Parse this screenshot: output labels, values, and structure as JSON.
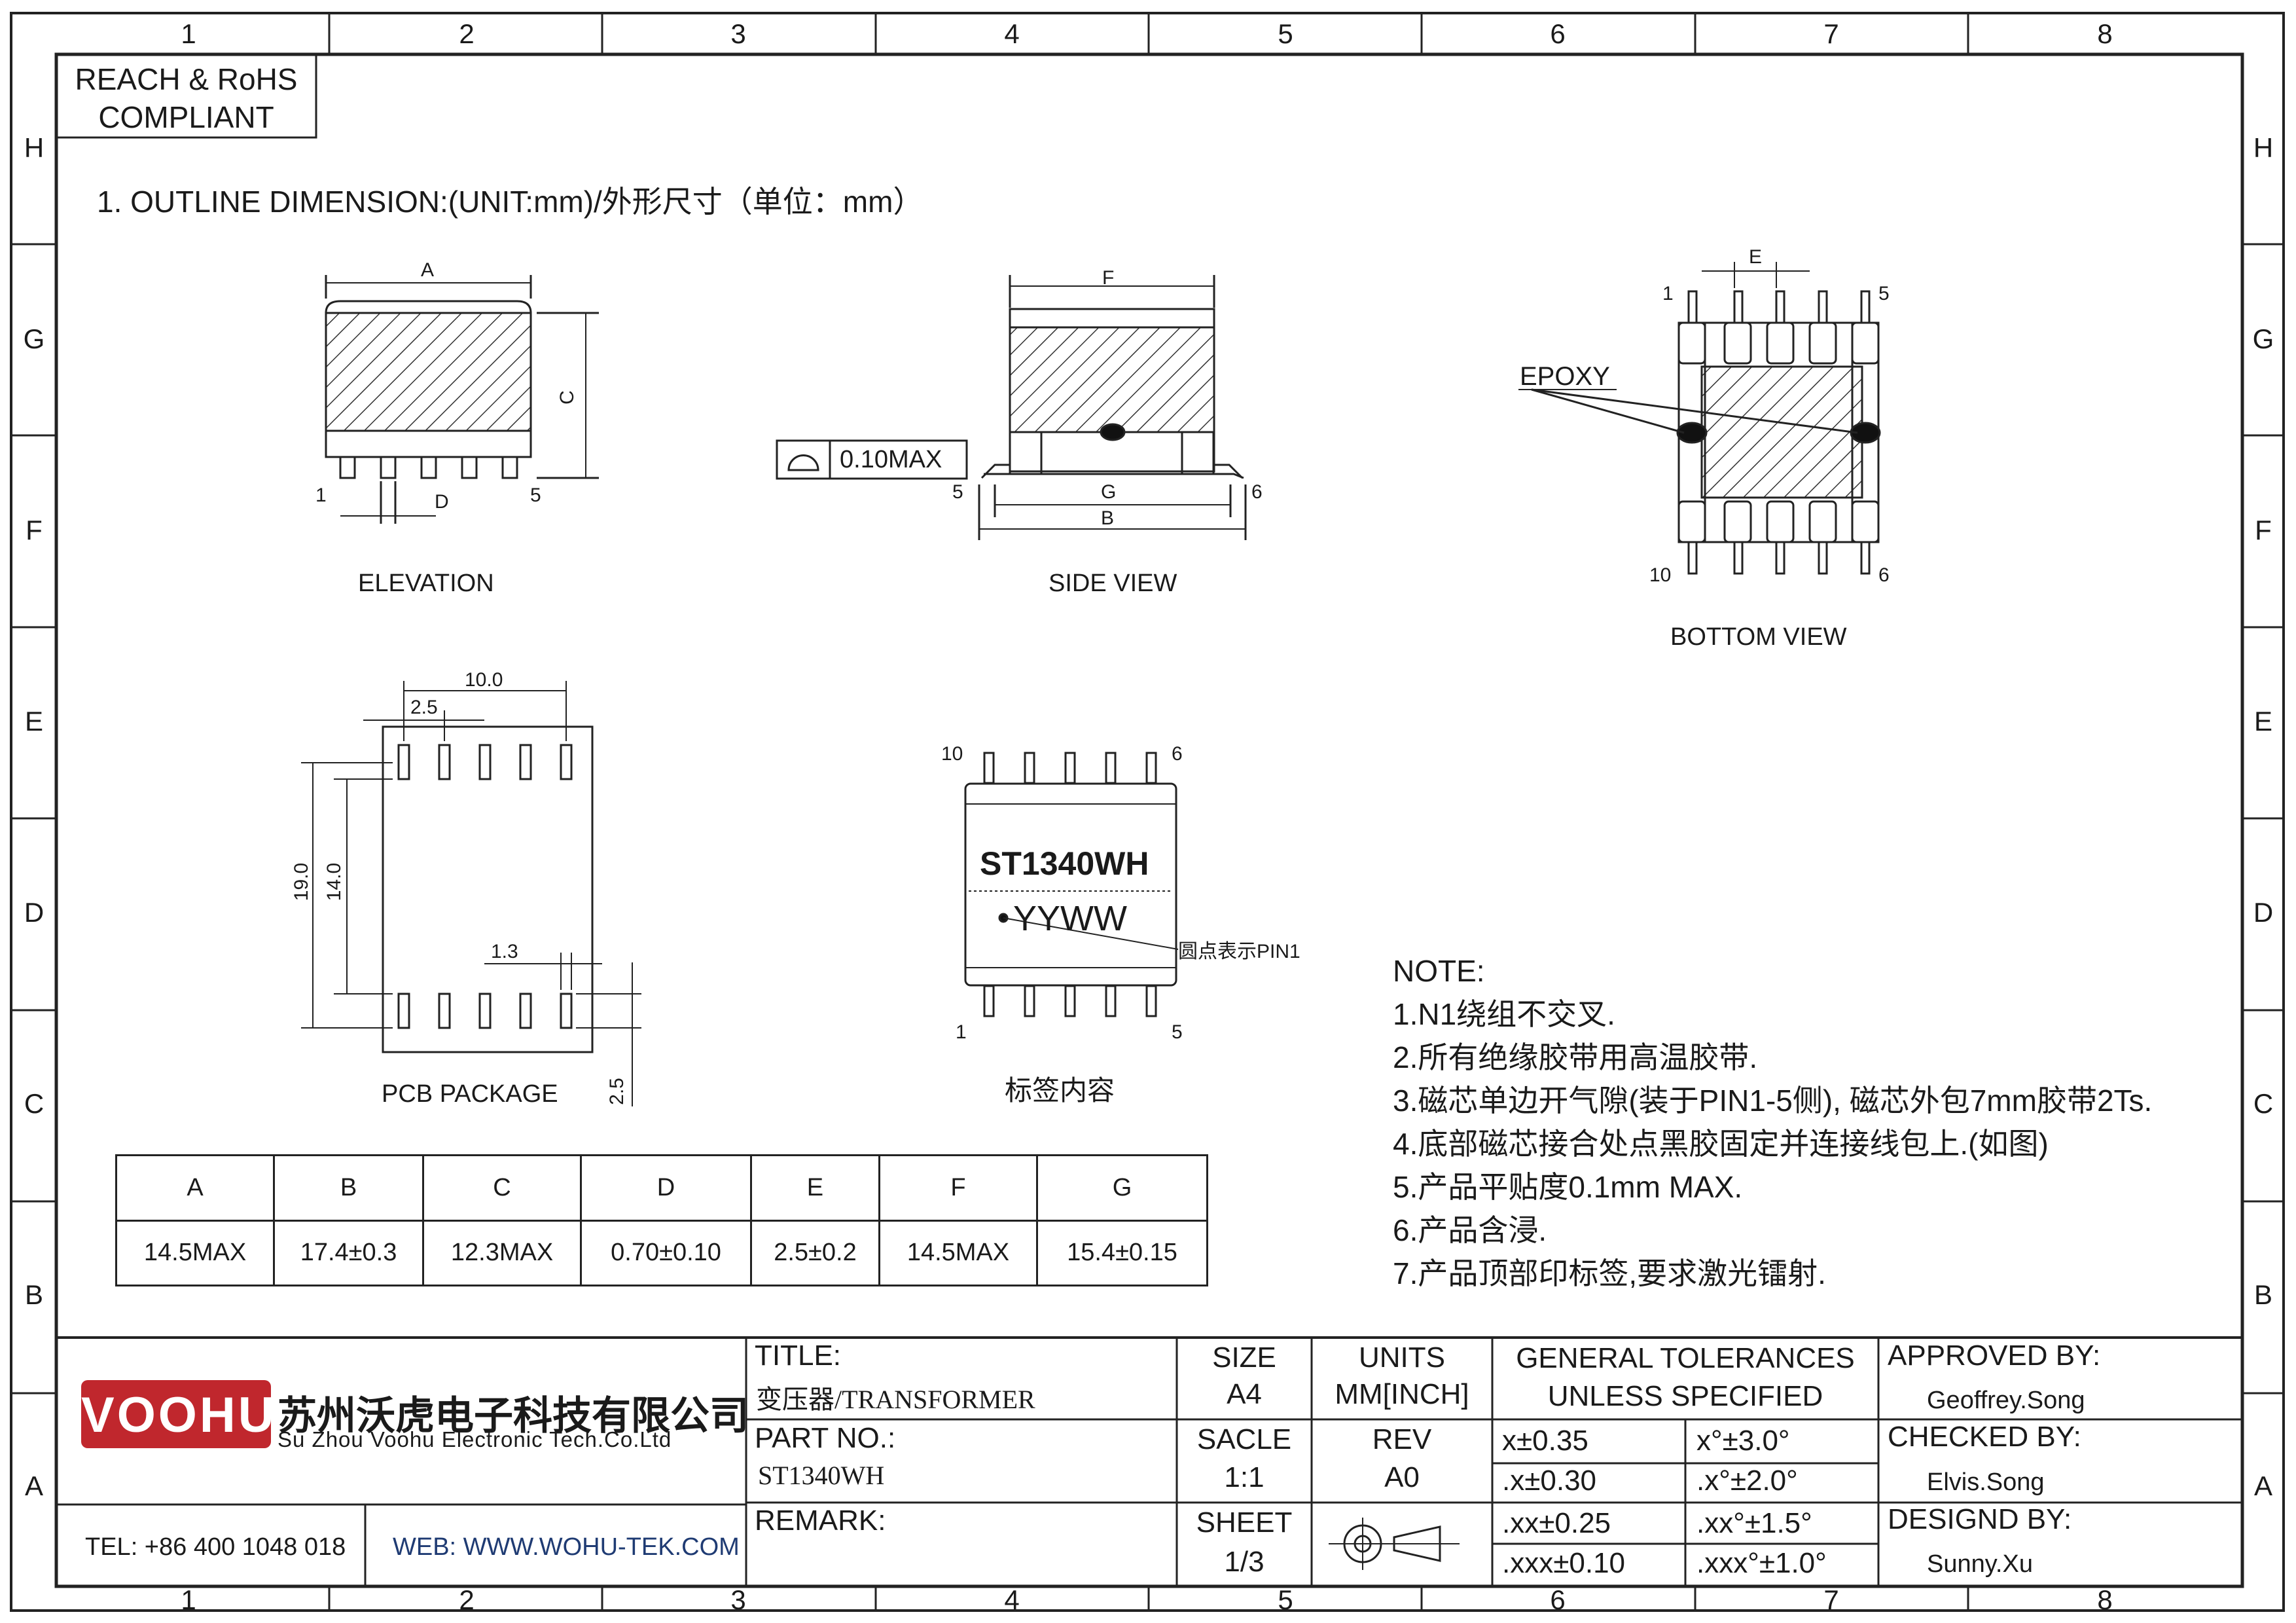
{
  "zones": {
    "cols": [
      "1",
      "2",
      "3",
      "4",
      "5",
      "6",
      "7",
      "8"
    ],
    "rows": [
      "H",
      "G",
      "F",
      "E",
      "D",
      "C",
      "B",
      "A"
    ]
  },
  "compliance": {
    "line1": "REACH & RoHS",
    "line2": "COMPLIANT"
  },
  "heading": "1. OUTLINE DIMENSION:(UNIT:mm)/外形尺寸（单位：mm）",
  "views": {
    "elevation": {
      "label": "ELEVATION",
      "dim_a": "A",
      "dim_c": "C",
      "dim_d": "D",
      "pin_1": "1",
      "pin_5": "5"
    },
    "side": {
      "label": "SIDE VIEW",
      "dim_f": "F",
      "dim_g": "G",
      "dim_b": "B",
      "flatness": "0.10MAX",
      "pin_5": "5",
      "pin_6": "6"
    },
    "bottom": {
      "label": "BOTTOM VIEW",
      "dim_e": "E",
      "epoxy": "EPOXY",
      "pin_1": "1",
      "pin_5": "5",
      "pin_10": "10",
      "pin_6": "6"
    },
    "pcb": {
      "label": "PCB PACKAGE",
      "d_10": "10.0",
      "d_2_5": "2.5",
      "d_19": "19.0",
      "d_14": "14.0",
      "d_1_3": "1.3",
      "d_2_5b": "2.5"
    },
    "marking": {
      "label": "标签内容",
      "part": "ST1340WH",
      "date": "YYWW",
      "pin1_note": "圆点表示PIN1",
      "pin_10": "10",
      "pin_6": "6",
      "pin_1": "1",
      "pin_5": "5"
    }
  },
  "dimensions": {
    "headers": [
      "A",
      "B",
      "C",
      "D",
      "E",
      "F",
      "G"
    ],
    "values": [
      "14.5MAX",
      "17.4±0.3",
      "12.3MAX",
      "0.70±0.10",
      "2.5±0.2",
      "14.5MAX",
      "15.4±0.15"
    ]
  },
  "notes": {
    "title": "NOTE:",
    "items": [
      "1.N1绕组不交叉.",
      "2.所有绝缘胶带用高温胶带.",
      "3.磁芯单边开气隙(装于PIN1-5侧), 磁芯外包7mm胶带2Ts.",
      "4.底部磁芯接合处点黑胶固定并连接线包上.(如图)",
      "5.产品平贴度0.1mm MAX.",
      "6.产品含浸.",
      "7.产品顶部印标签,要求激光镭射."
    ]
  },
  "title_block": {
    "logo": "VOOHU",
    "company_cn": "苏州沃虎电子科技有限公司",
    "company_en": "Su Zhou Voohu Electronic Tech.Co.Ltd",
    "tel": "TEL: +86 400 1048 018",
    "web": "WEB: WWW.WOHU-TEK.COM",
    "title_label": "TITLE:",
    "title_value": "变压器/TRANSFORMER",
    "part_label": "PART NO.:",
    "part_value": "ST1340WH",
    "remark_label": "REMARK:",
    "size_label": "SIZE",
    "size_value": "A4",
    "units_label": "UNITS",
    "units_value": "MM[INCH]",
    "scale_label": "SACLE",
    "scale_value": "1:1",
    "rev_label": "REV",
    "rev_value": "A0",
    "sheet_label": "SHEET",
    "sheet_value": "1/3",
    "tol_title1": "GENERAL TOLERANCES",
    "tol_title2": "UNLESS SPECIFIED",
    "tolerances": [
      "x±0.35",
      "x°±3.0°",
      ".x±0.30",
      ".x°±2.0°",
      ".xx±0.25",
      ".xx°±1.5°",
      ".xxx±0.10",
      ".xxx°±1.0°"
    ],
    "approved_label": "APPROVED BY:",
    "approved_value": "Geoffrey.Song",
    "checked_label": "CHECKED BY:",
    "checked_value": "Elvis.Song",
    "design_label": "DESIGND BY:",
    "design_value": "Sunny.Xu"
  },
  "colors": {
    "ink": "#1a1a1a",
    "logo_red": "#c0272d"
  }
}
